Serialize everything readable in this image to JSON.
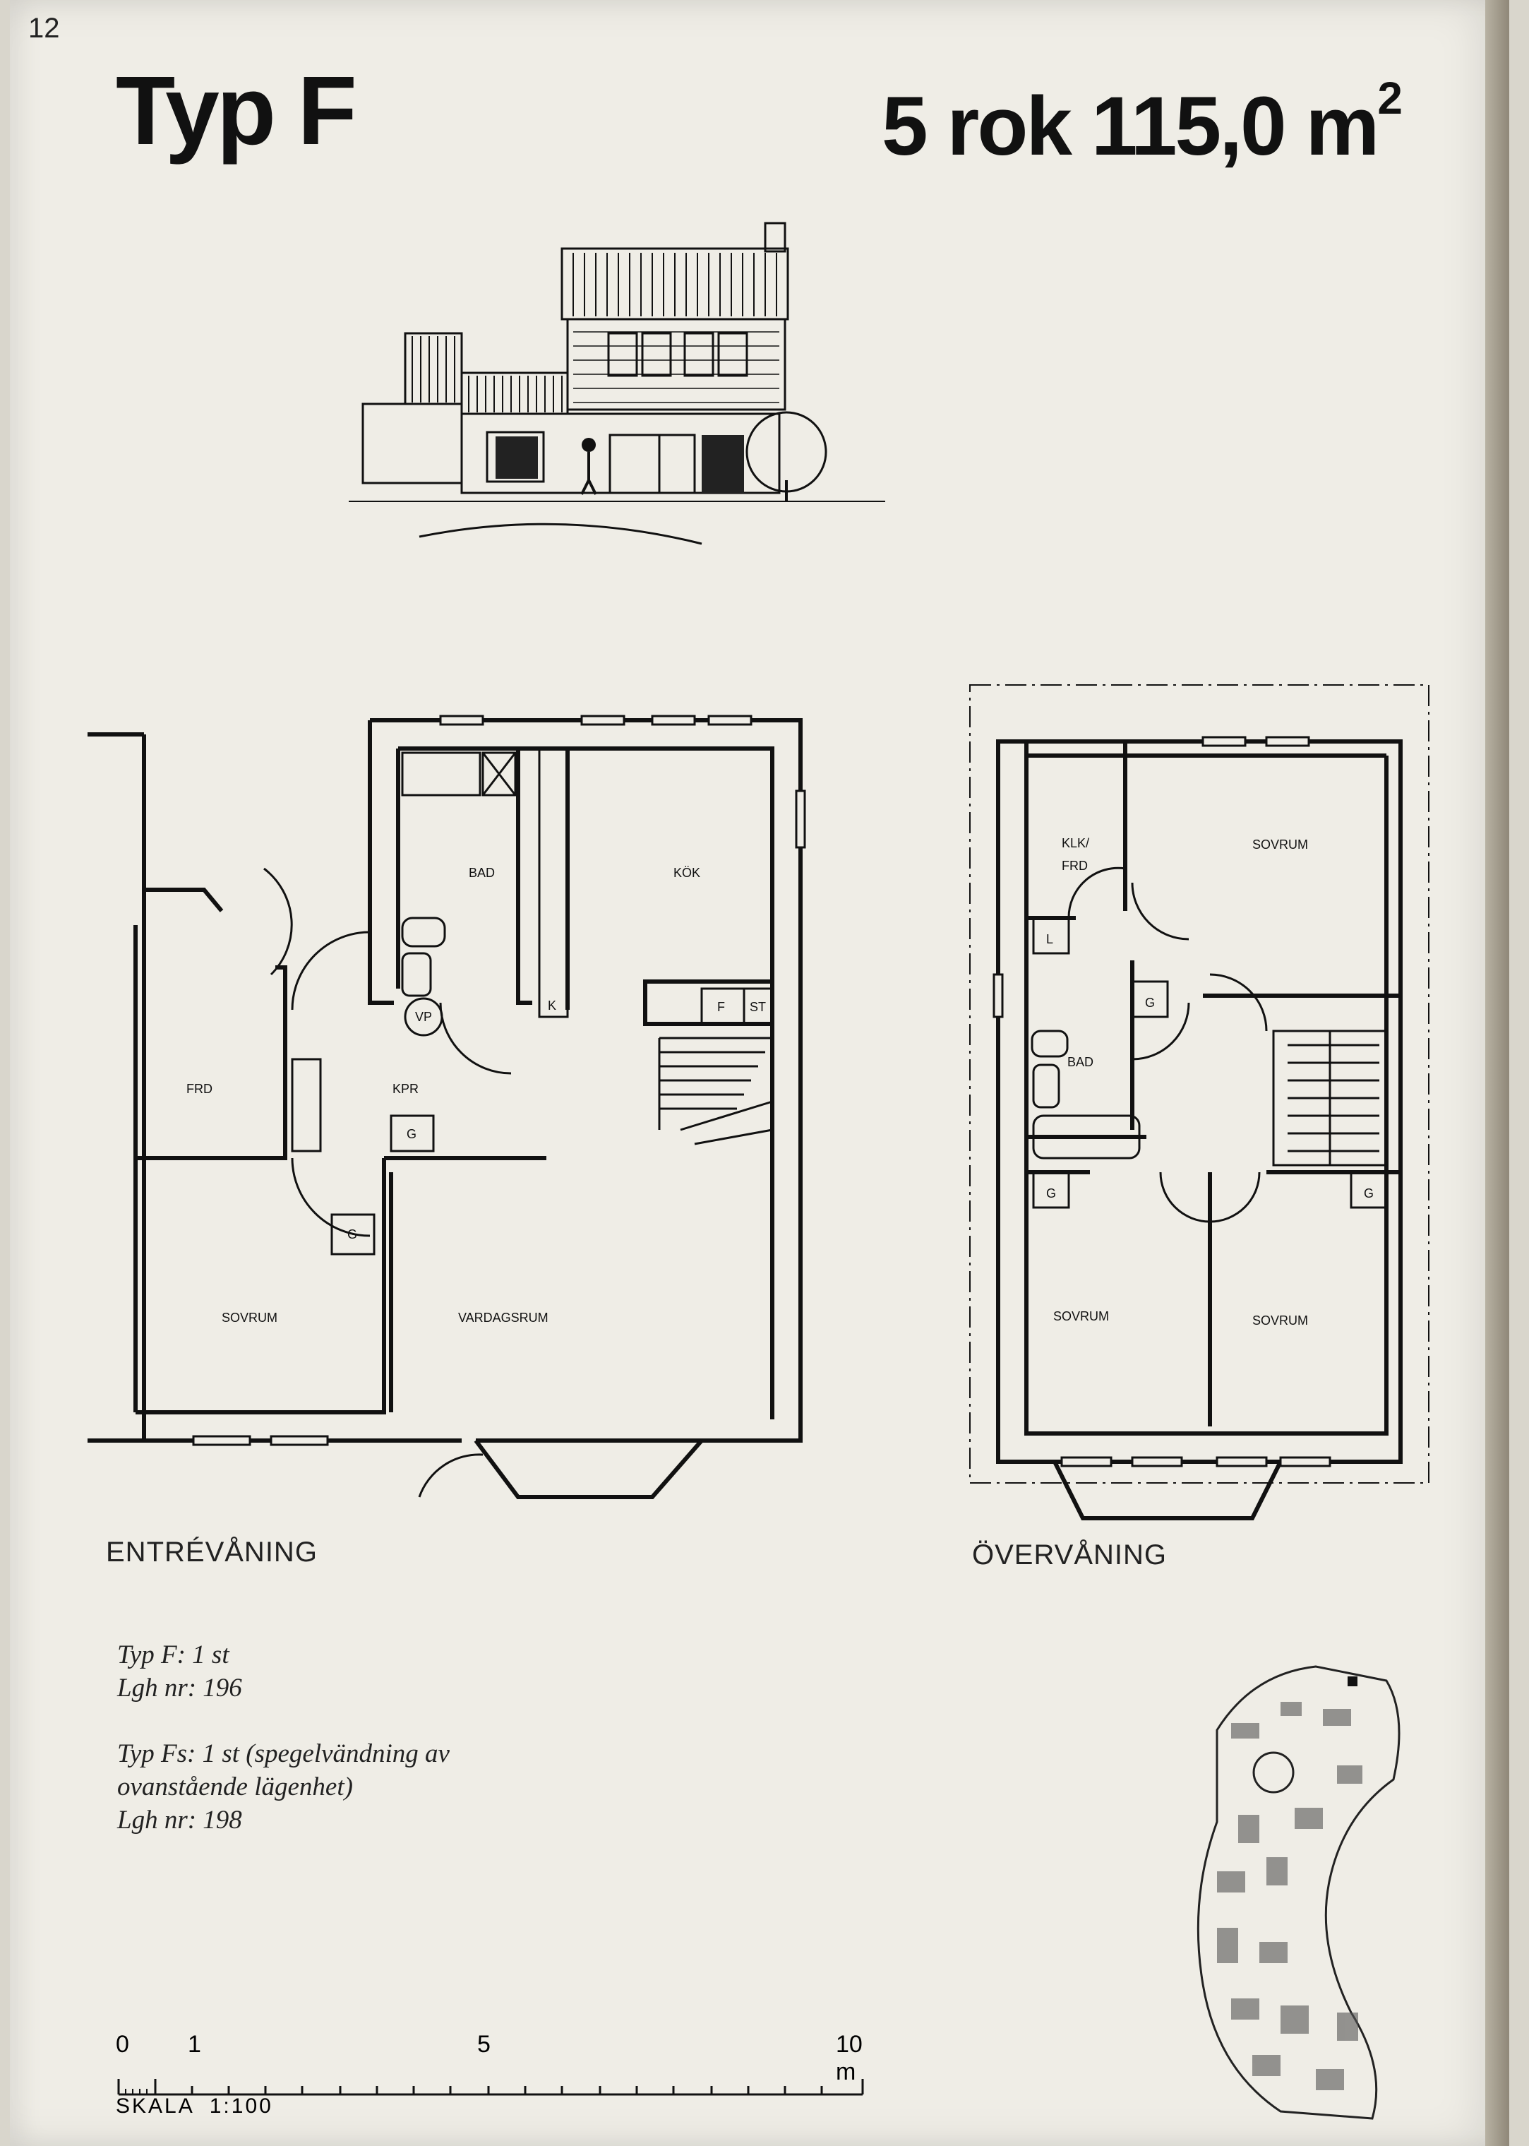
{
  "page": {
    "number": "12",
    "type_title": "Typ F",
    "area_title": "5 rok 115,0 m",
    "area_sup": "2"
  },
  "plans": {
    "ground": {
      "label": "ENTRÉVÅNING",
      "rooms": [
        "BAD",
        "KÖK",
        "FRD",
        "KPR",
        "SOVRUM",
        "VARDAGSRUM"
      ],
      "marks": [
        "VP",
        "K",
        "F",
        "ST",
        "G",
        "G"
      ]
    },
    "upper": {
      "label": "ÖVERVÅNING",
      "rooms": [
        "KLK/",
        "FRD",
        "SOVRUM",
        "BAD",
        "SOVRUM",
        "SOVRUM"
      ],
      "marks": [
        "L",
        "G",
        "G",
        "G"
      ]
    }
  },
  "info": {
    "line1": "Typ F: 1 st",
    "line2": "Lgh nr: 196",
    "line3": "Typ Fs: 1 st (spegelvändning av",
    "line4": "ovanstående lägenhet)",
    "line5": "Lgh nr: 198"
  },
  "scale": {
    "ticks": [
      "0",
      "1",
      "5",
      "10 m"
    ],
    "label": "SKALA  1:100"
  }
}
